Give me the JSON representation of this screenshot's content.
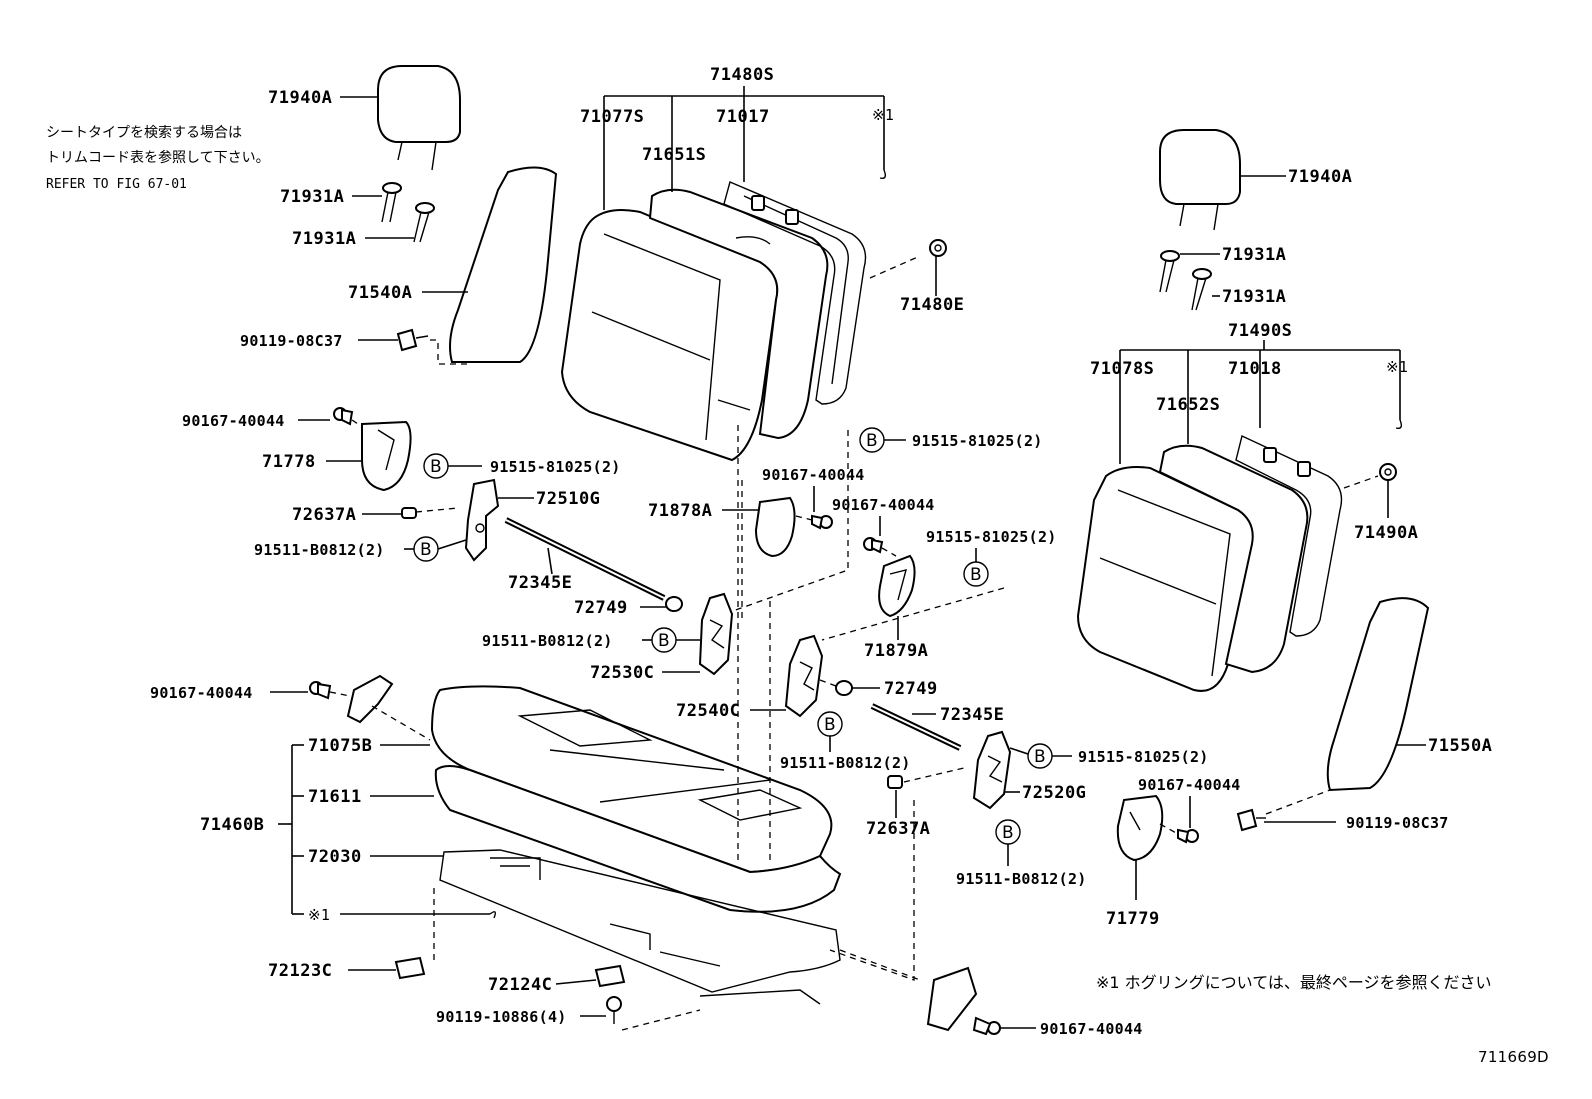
{
  "notes": {
    "top_line1": "シートタイプを検索する場合は",
    "top_line2": "トリムコード表を参照して下さい。",
    "top_line3": "REFER TO FIG 67-01",
    "bottom": "※1  ホグリングについては、最終ページを参照ください",
    "figure_id": "711669D"
  },
  "labels": {
    "p71480S": "71480S",
    "p71077S": "71077S",
    "p71017": "71017",
    "mark1_top": "※1",
    "p71651S": "71651S",
    "p71940A_l": "71940A",
    "p71931A_l1": "71931A",
    "p71931A_l2": "71931A",
    "p71540A": "71540A",
    "p90119_l": "90119-08C37",
    "p90167_l1": "90167-40044",
    "p71778": "71778",
    "p72637A_l": "72637A",
    "p72510G": "72510G",
    "p91511_l1": "91511-B0812(2)",
    "p91515_l1": "91515-81025(2)",
    "p72345E_l": "72345E",
    "p72749_l": "72749",
    "p91511_l2": "91511-B0812(2)",
    "p72530C": "72530C",
    "p90167_l2": "90167-40044",
    "p71075B": "71075B",
    "p71460B": "71460B",
    "p71611": "71611",
    "p72030": "72030",
    "mark1_bot": "※1",
    "p72123C": "72123C",
    "p72124C": "72124C",
    "p90119_10886": "90119-10886(4)",
    "p71480E": "71480E",
    "p91515_c1": "91515-81025(2)",
    "p90167_c1": "90167-40044",
    "p71878A": "71878A",
    "p90167_c2": "90167-40044",
    "p91515_c2": "91515-81025(2)",
    "p71879A": "71879A",
    "p72540C": "72540C",
    "p72749_r": "72749",
    "p72345E_r": "72345E",
    "p91511_c": "91511-B0812(2)",
    "p72637A_r": "72637A",
    "p91515_c3": "91515-81025(2)",
    "p90167_c3": "90167-40044",
    "p72520G": "72520G",
    "p91511_c2": "91511-B0812(2)",
    "p71779": "71779",
    "p90167_bot": "90167-40044",
    "p71940A_r": "71940A",
    "p71931A_r1": "71931A",
    "p71931A_r2": "71931A",
    "p71490S": "71490S",
    "p71078S": "71078S",
    "p71018": "71018",
    "mark1_r": "※1",
    "p71652S": "71652S",
    "p71490A": "71490A",
    "p71550A": "71550A",
    "p90119_r": "90119-08C37"
  },
  "bolt_letter": "B"
}
